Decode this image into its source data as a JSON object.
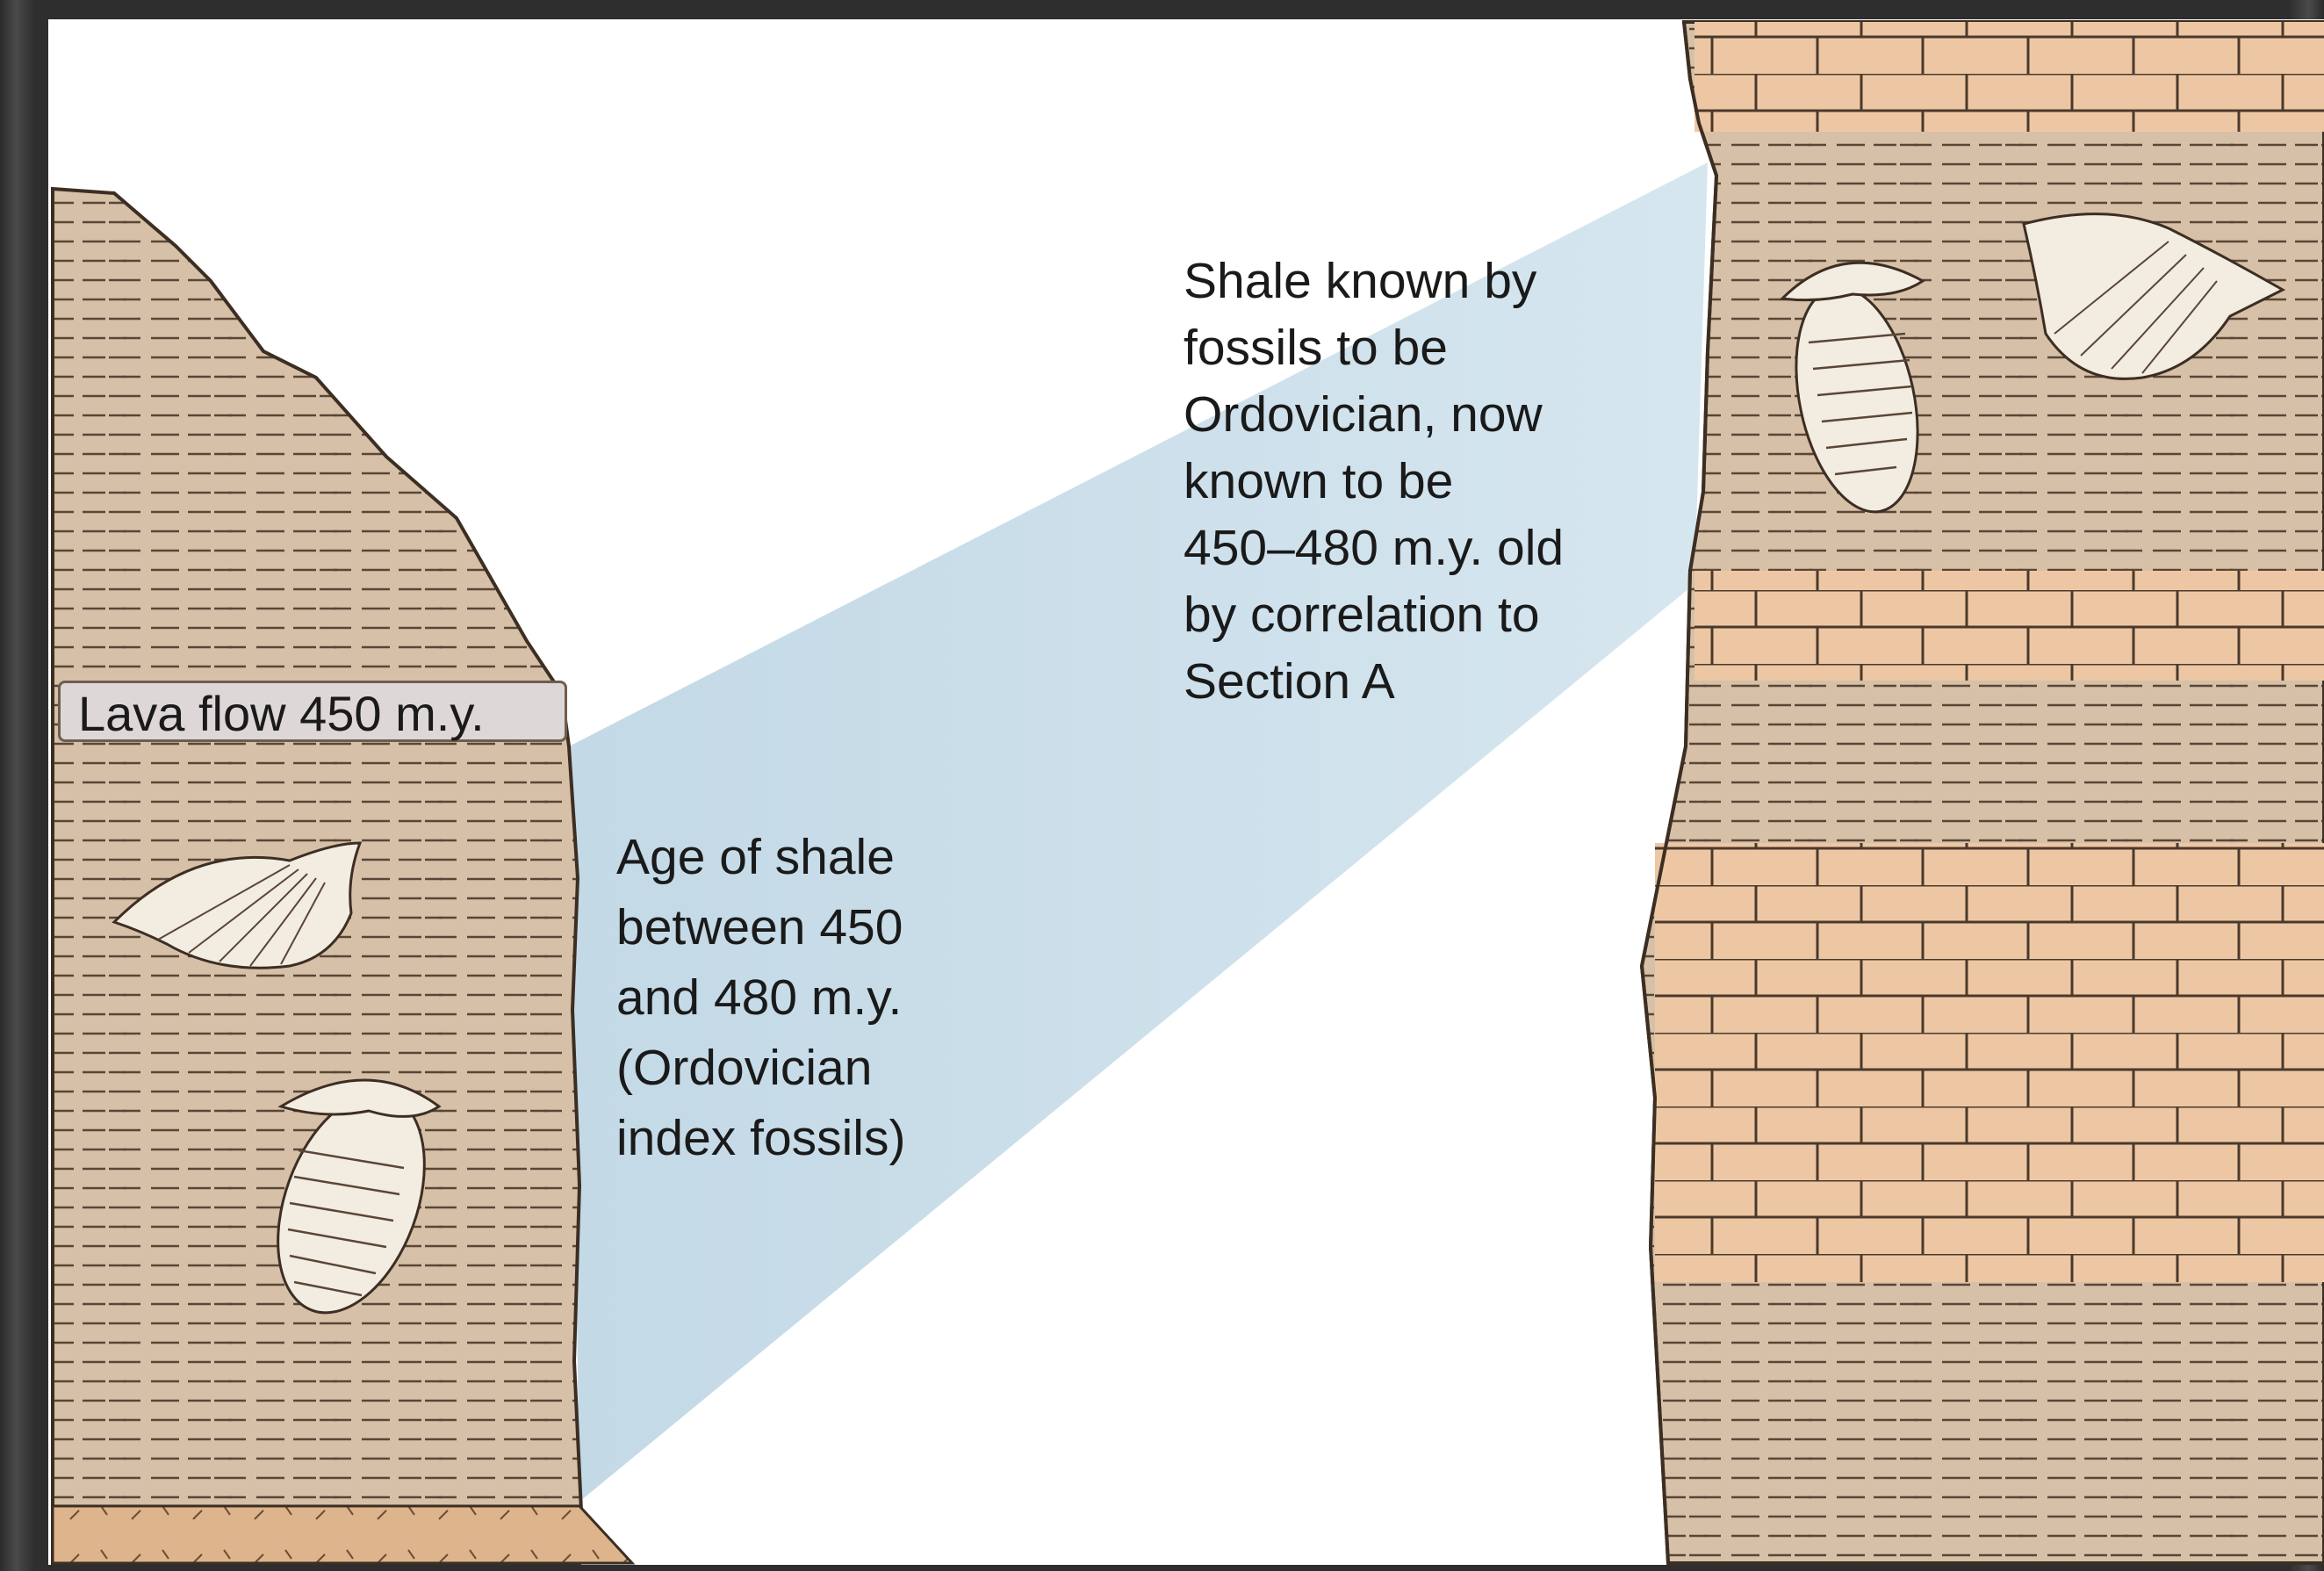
{
  "labels": {
    "lava_flow": "Lava flow 450 m.y.",
    "shale_known": "Shale known by\nfossils to be\nOrdovician, now\nknown to be\n450–480 m.y. old\nby correlation to\nSection A",
    "age_of_shale": "Age of shale\nbetween 450\nand 480 m.y.\n(Ordovician\nindex fossils)"
  },
  "colors": {
    "shale": "#d6c0a8",
    "sandstone": "#edc7a4",
    "correlation_band": "#c9dde8",
    "lava_label_bg": "#ddd7d7"
  }
}
